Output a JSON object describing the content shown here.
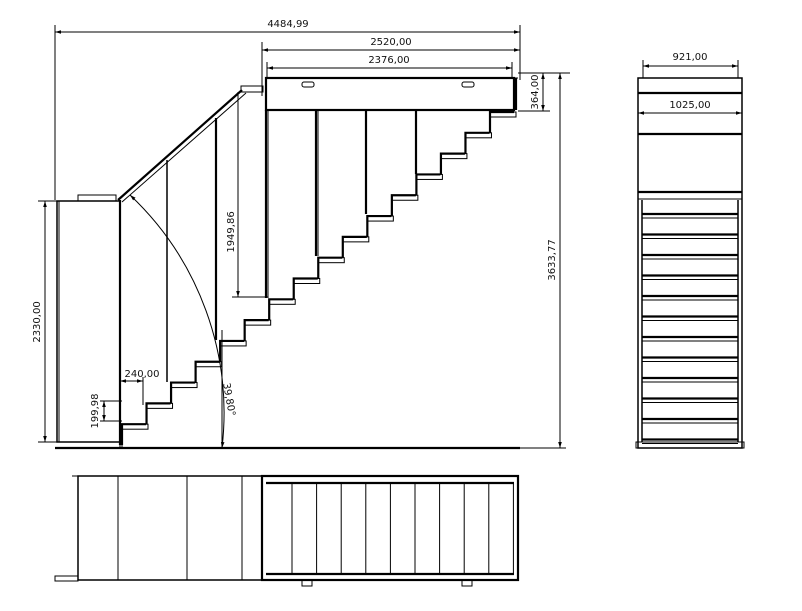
{
  "dimensions": {
    "overall_length": "4484,99",
    "upper_flight_length": "2520,00",
    "platform_inner_length": "2376,00",
    "platform_height": "364,00",
    "total_height": "3633,77",
    "platform_floor_height": "2330,00",
    "handrail_height": "1949,86",
    "tread_depth": "240,00",
    "riser_height": "199,98",
    "stair_angle": "39,80°",
    "side_width_inner": "921,00",
    "side_width_outer": "1025,00"
  },
  "drawing": {
    "step_count": 16,
    "side_view_tread_count": 12
  }
}
